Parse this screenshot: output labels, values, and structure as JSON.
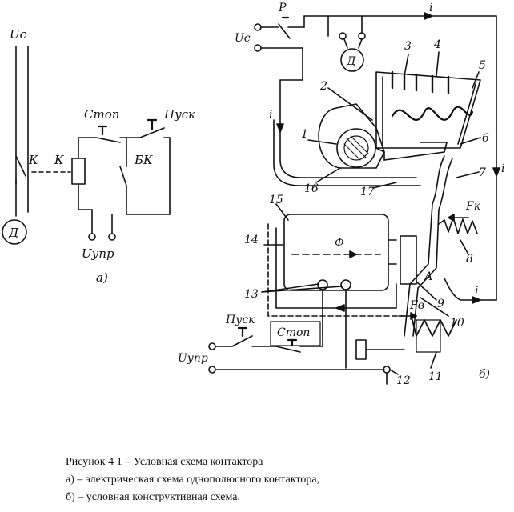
{
  "figure": {
    "scheme_a": {
      "supply_label": "Uc",
      "motor_label": "Д",
      "contact_label": "К",
      "coil_label": "К",
      "stop_label": "Стоп",
      "start_label": "Пуск",
      "aux_contact_label": "БК",
      "control_label": "Uупр",
      "panel_label": "а)"
    },
    "scheme_b": {
      "supply_label": "Uc",
      "switch_label": "P",
      "motor_label": "Д",
      "current_label": "i",
      "flux_label": "Ф",
      "point_a": "А",
      "force_k": "Fк",
      "force_v": "Fв",
      "start_label": "Пуск",
      "stop_label": "Стоп",
      "control_label": "Uупр",
      "panel_label": "б)",
      "callouts": [
        "1",
        "2",
        "3",
        "4",
        "5",
        "6",
        "7",
        "8",
        "9",
        "10",
        "11",
        "12",
        "13",
        "14",
        "15",
        "16",
        "17"
      ]
    }
  },
  "caption": {
    "line1": "Рисунок 4 1 – Условная схема контактора",
    "line2": "а) – электрическая схема однополюсного контактора,",
    "line3": "б) – условная конструктивная схема."
  }
}
